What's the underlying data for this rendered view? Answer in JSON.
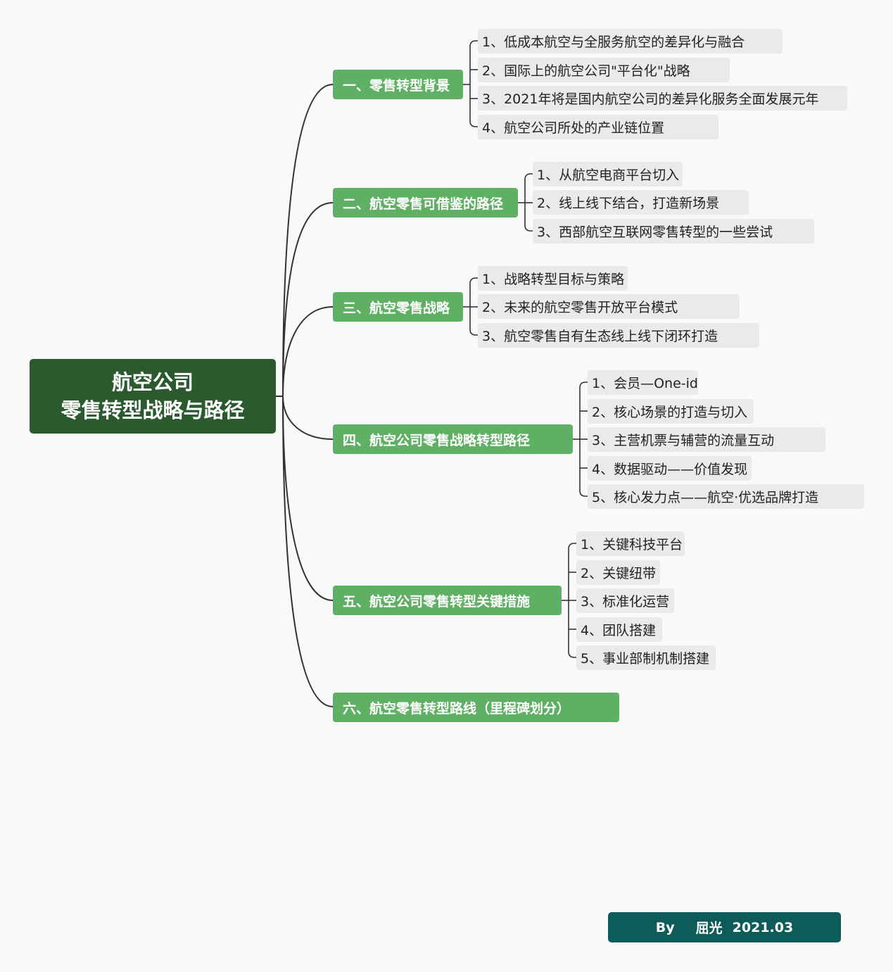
{
  "root": {
    "line1": "航空公司",
    "line2": "零售转型战略与路径"
  },
  "branches": [
    {
      "label": "一、零售转型背景",
      "children": [
        "1、低成本航空与全服务航空的差异化与融合",
        "2、国际上的航空公司\"平台化\"战略",
        "3、2021年将是国内航空公司的差异化服务全面发展元年",
        "4、航空公司所处的产业链位置"
      ]
    },
    {
      "label": "二、航空零售可借鉴的路径",
      "children": [
        "1、从航空电商平台切入",
        "2、线上线下结合，打造新场景",
        "3、西部航空互联网零售转型的一些尝试"
      ]
    },
    {
      "label": "三、航空零售战略",
      "children": [
        "1、战略转型目标与策略",
        "2、未来的航空零售开放平台模式",
        "3、航空零售自有生态线上线下闭环打造"
      ]
    },
    {
      "label": "四、航空公司零售战略转型路径",
      "children": [
        "1、会员—One-id",
        "2、核心场景的打造与切入",
        "3、主营机票与辅营的流量互动",
        "4、数据驱动——价值发现",
        "5、核心发力点——航空·优选品牌打造"
      ]
    },
    {
      "label": "五、航空公司零售转型关键措施",
      "children": [
        "1、关键科技平台",
        "2、关键纽带",
        "3、标准化运营",
        "4、团队搭建",
        "5、事业部制机制搭建"
      ]
    },
    {
      "label": "六、航空零售转型路线（里程碑划分）",
      "children": []
    }
  ],
  "footer": {
    "by": "By",
    "author": "屈光",
    "date": "2021.03"
  },
  "colors": {
    "root": "#2b5a2e",
    "branch": "#5faf64",
    "leaf": "#eaeaea",
    "footer": "#0e5c5a",
    "line": "#333333"
  }
}
